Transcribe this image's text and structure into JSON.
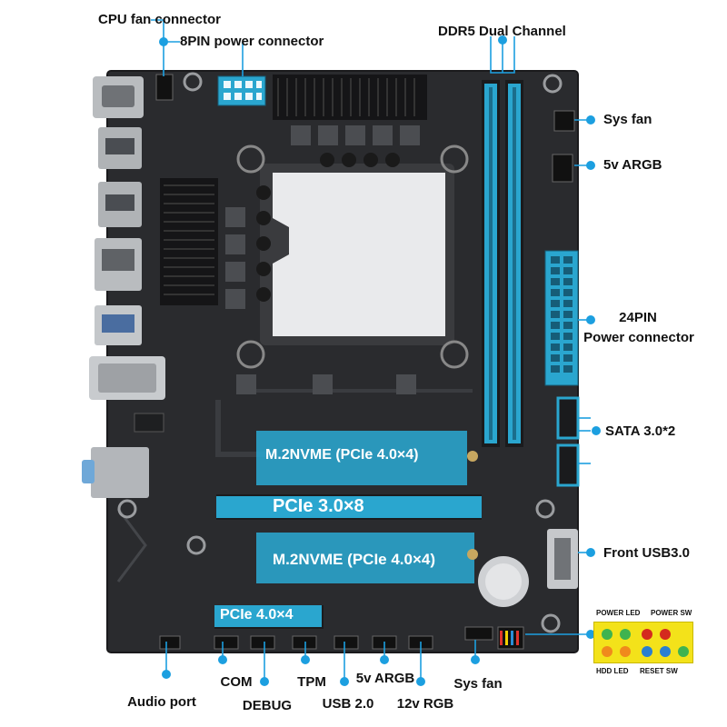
{
  "labels": {
    "cpu_fan": "CPU fan connector",
    "power8": "8PIN power connector",
    "ddr5": "DDR5 Dual Channel",
    "sys_fan_top": "Sys fan",
    "argb_5v_right": "5v ARGB",
    "power24_line1": "24PIN",
    "power24_line2": "Power connector",
    "sata": "SATA 3.0*2",
    "front_usb3": "Front USB3.0",
    "audio_port": "Audio port",
    "com": "COM",
    "debug": "DEBUG",
    "tpm": "TPM",
    "usb2": "USB 2.0",
    "argb_5v_bottom": "5v ARGB",
    "rgb_12v": "12v RGB",
    "sys_fan_bottom": "Sys fan"
  },
  "slots": {
    "m2_top": "M.2NVME (PCIe 4.0×4)",
    "pcie_x8": "PCIe 3.0×8",
    "m2_bottom": "M.2NVME (PCIe 4.0×4)",
    "pcie_x4": "PCIe 4.0×4"
  },
  "front_panel": {
    "power_led": "POWER LED",
    "power_sw": "POWER SW",
    "hdd_led": "HDD LED",
    "reset_sw": "RESET SW"
  },
  "colors": {
    "board": "#2a2b2e",
    "slot_blue": "#2aa6cf",
    "callout_blue": "#1c9fe0",
    "panel_yellow": "#f3e21a"
  }
}
